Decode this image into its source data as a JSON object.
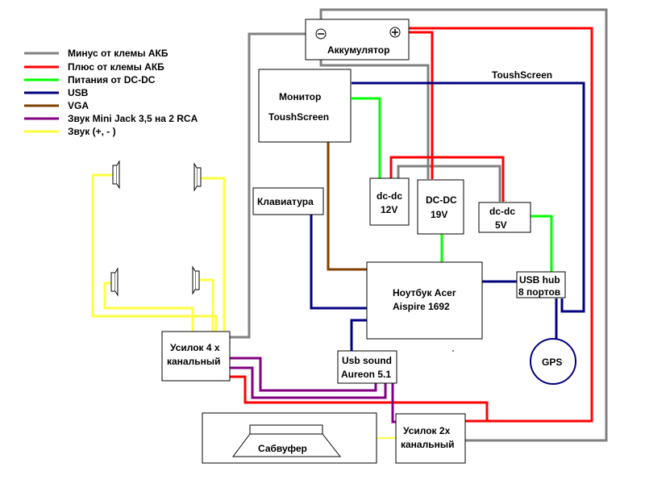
{
  "colors": {
    "minus": "#808080",
    "plus": "#ff0000",
    "dcdc_power": "#00ff00",
    "usb": "#000080",
    "vga": "#804000",
    "minijack": "#800080",
    "sound": "#ffff40"
  },
  "legend": [
    {
      "key": "minus",
      "label": "Минус от клемы АКБ"
    },
    {
      "key": "plus",
      "label": "Плюс от клемы АКБ"
    },
    {
      "key": "dcdc_power",
      "label": "Питания от DC-DC"
    },
    {
      "key": "usb",
      "label": "USB"
    },
    {
      "key": "vga",
      "label": "VGA"
    },
    {
      "key": "minijack",
      "label": "Звук Mini Jack 3,5 на 2 RCA"
    },
    {
      "key": "sound",
      "label": "Звук (+, - )"
    }
  ],
  "components": {
    "battery": {
      "label": "Аккумулятор",
      "minus_symbol": "−",
      "plus_symbol": "+"
    },
    "monitor": {
      "line1": "Монитор",
      "line2": "ToushScreen"
    },
    "touch_label": "ToushScreen",
    "keyboard": {
      "label": "Клавиатура"
    },
    "dcdc12": {
      "line1": "dc-dc",
      "line2": "12V"
    },
    "dcdc19": {
      "line1": "DC-DC",
      "line2": "19V"
    },
    "dcdc5": {
      "line1": "dc-dc",
      "line2": "5V"
    },
    "laptop": {
      "line1": "Ноутбук Acer",
      "line2": "Aispire 1692"
    },
    "usbhub": {
      "line1": "USB hub",
      "line2": "8 портов"
    },
    "gps": {
      "label": "GPS"
    },
    "amp4": {
      "line1": "Усилок 4 х",
      "line2": "канальный"
    },
    "usbsound": {
      "line1": "Usb sound",
      "line2": "Aureon 5.1"
    },
    "amp2": {
      "line1": "Усилок 2х",
      "line2": "канальный"
    },
    "subwoofer": {
      "label": "Сабвуфер"
    }
  }
}
